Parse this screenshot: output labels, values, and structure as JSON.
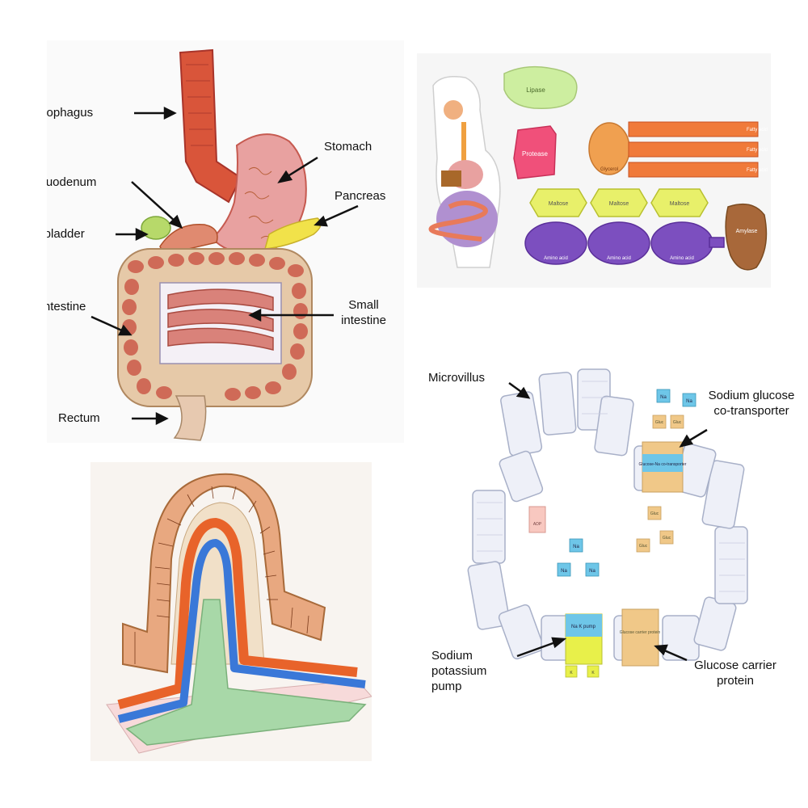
{
  "panels": {
    "digestive_system": {
      "labels": {
        "oesophagus": "Oesophagus",
        "stomach": "Stomach",
        "duodenum": "Duodenum",
        "pancreas": "Pancreas",
        "gallbladder": "Gallbladder",
        "large_intestine": "Large intestine",
        "small_intestine": "Small intestine",
        "rectum": "Rectum"
      }
    },
    "enzymes_molecules": {
      "labels": {
        "lipase": "Lipase",
        "protease": "Protease",
        "glycerol": "Glycerol",
        "fatty_acid": "Fatty acid",
        "maltose": "Maltose",
        "amino_acid": "Amino acid",
        "amylase": "Amylase"
      }
    },
    "villus": {},
    "cell_membrane": {
      "labels": {
        "microvillus": "Microvillus",
        "sodium_glucose_cotransporter": "Sodium glucose co-transporter",
        "sodium_potassium_pump": "Sodium potassium pump",
        "glucose_carrier_protein": "Glucose carrier protein"
      },
      "tokens": {
        "na": "Na",
        "gluc": "Gluc",
        "k": "K",
        "adp": "ADP",
        "cotransporter_text": "Glucose-Na co-transporter",
        "pump_text": "Na K pump",
        "carrier_text": "Glucose carrier protein"
      }
    }
  },
  "colors": {
    "oesophagus": "#d9553a",
    "stomach": "#e8a1a0",
    "large_intestine": "#e6c9a8",
    "intestine_spots": "#cc5a4a",
    "small_intestine": "#d9827a",
    "pancreas": "#f1e24a",
    "gallbladder": "#b7d96a",
    "lipase": "#cdeea0",
    "protease": "#f0507a",
    "glycerol": "#f0a050",
    "fatty_acid": "#f07a3a",
    "maltose": "#e8f06a",
    "amino_acid": "#7c4fbf",
    "amylase": "#a8683a",
    "villus_orange": "#e8632a",
    "villus_blue": "#3a78d8",
    "villus_green": "#a8d8a8",
    "na_token": "#6ec6e8",
    "gluc_token": "#f0c888",
    "k_token": "#e8f04a"
  }
}
